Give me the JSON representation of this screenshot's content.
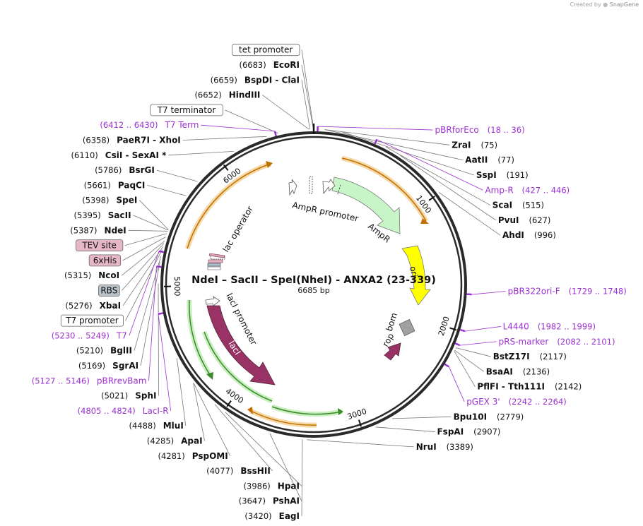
{
  "watermark": {
    "prefix": "Created by",
    "brand": "SnapGene"
  },
  "plasmid": {
    "name": "NdeI – SacII – SpeI(NheI) - ANXA2 (23-339)",
    "size_label": "6685 bp",
    "length": 6685
  },
  "ticks": [
    {
      "bp": 1000,
      "label": "1000"
    },
    {
      "bp": 2000,
      "label": "2000"
    },
    {
      "bp": 3000,
      "label": "3000"
    },
    {
      "bp": 4000,
      "label": "4000"
    },
    {
      "bp": 5000,
      "label": "5000"
    },
    {
      "bp": 6000,
      "label": "6000"
    }
  ],
  "sites": [
    {
      "name": "EcoRI",
      "pos": "(6683)",
      "bp": 6683,
      "side": "L"
    },
    {
      "name": "BspDI  - ClaI",
      "pos": "(6659)",
      "bp": 6659,
      "side": "L"
    },
    {
      "name": "HindIII",
      "pos": "(6652)",
      "bp": 6652,
      "side": "L"
    },
    {
      "name": "PaeR7I  - XhoI",
      "pos": "(6358)",
      "bp": 6358,
      "side": "L"
    },
    {
      "name": "CsiI  - SexAI *",
      "pos": "(6110)",
      "bp": 6110,
      "side": "L"
    },
    {
      "name": "BsrGI",
      "pos": "(5786)",
      "bp": 5786,
      "side": "L"
    },
    {
      "name": "PaqCI",
      "pos": "(5661)",
      "bp": 5661,
      "side": "L"
    },
    {
      "name": "SpeI",
      "pos": "(5398)",
      "bp": 5398,
      "side": "L"
    },
    {
      "name": "SacII",
      "pos": "(5395)",
      "bp": 5395,
      "side": "L"
    },
    {
      "name": "NdeI",
      "pos": "(5387)",
      "bp": 5387,
      "side": "L"
    },
    {
      "name": "NcoI",
      "pos": "(5315)",
      "bp": 5315,
      "side": "L"
    },
    {
      "name": "XbaI",
      "pos": "(5276)",
      "bp": 5276,
      "side": "L"
    },
    {
      "name": "BglII",
      "pos": "(5210)",
      "bp": 5210,
      "side": "L"
    },
    {
      "name": "SgrAI",
      "pos": "(5169)",
      "bp": 5169,
      "side": "L"
    },
    {
      "name": "SphI",
      "pos": "(5021)",
      "bp": 5021,
      "side": "L"
    },
    {
      "name": "MluI",
      "pos": "(4488)",
      "bp": 4488,
      "side": "L"
    },
    {
      "name": "ApaI",
      "pos": "(4285)",
      "bp": 4285,
      "side": "L"
    },
    {
      "name": "PspOMI",
      "pos": "(4281)",
      "bp": 4281,
      "side": "L"
    },
    {
      "name": "BssHII",
      "pos": "(4077)",
      "bp": 4077,
      "side": "L"
    },
    {
      "name": "HpaI",
      "pos": "(3986)",
      "bp": 3986,
      "side": "L"
    },
    {
      "name": "PshAI",
      "pos": "(3647)",
      "bp": 3647,
      "side": "L"
    },
    {
      "name": "EagI",
      "pos": "(3420)",
      "bp": 3420,
      "side": "L"
    },
    {
      "name": "NruI",
      "pos": "(3389)",
      "bp": 3389,
      "side": "R"
    },
    {
      "name": "FspAI",
      "pos": "(2907)",
      "bp": 2907,
      "side": "R"
    },
    {
      "name": "Bpu10I",
      "pos": "(2779)",
      "bp": 2779,
      "side": "R"
    },
    {
      "name": "PflFI  - Tth111I",
      "pos": "(2142)",
      "bp": 2142,
      "side": "R"
    },
    {
      "name": "BsaAI",
      "pos": "(2136)",
      "bp": 2136,
      "side": "R"
    },
    {
      "name": "BstZ17I",
      "pos": "(2117)",
      "bp": 2117,
      "side": "R"
    },
    {
      "name": "AhdI",
      "pos": "(996)",
      "bp": 996,
      "side": "R"
    },
    {
      "name": "PvuI",
      "pos": "(627)",
      "bp": 627,
      "side": "R"
    },
    {
      "name": "ScaI",
      "pos": "(515)",
      "bp": 515,
      "side": "R"
    },
    {
      "name": "SspI",
      "pos": "(191)",
      "bp": 191,
      "side": "R"
    },
    {
      "name": "AatII",
      "pos": "(77)",
      "bp": 77,
      "side": "R"
    },
    {
      "name": "ZraI",
      "pos": "(75)",
      "bp": 75,
      "side": "R"
    }
  ],
  "primers": [
    {
      "name": "pBRforEco",
      "range": "(18 .. 36)",
      "bp": 27,
      "side": "R"
    },
    {
      "name": "Amp-R",
      "range": "(427 .. 446)",
      "bp": 436,
      "side": "R"
    },
    {
      "name": "pBR322ori-F",
      "range": "(1729 .. 1748)",
      "bp": 1738,
      "side": "R"
    },
    {
      "name": "L4440",
      "range": "(1982 .. 1999)",
      "bp": 1990,
      "side": "R"
    },
    {
      "name": "pRS-marker",
      "range": "(2082 .. 2101)",
      "bp": 2091,
      "side": "R"
    },
    {
      "name": "pGEX 3'",
      "range": "(2242 .. 2264)",
      "bp": 2253,
      "side": "R"
    },
    {
      "name": "T7 Term",
      "range": "(6412 .. 6430)",
      "bp": 6421,
      "side": "L"
    },
    {
      "name": "T7",
      "range": "(5230 .. 5249)",
      "bp": 5240,
      "side": "L"
    },
    {
      "name": "pBRrevBam",
      "range": "(5127 .. 5146)",
      "bp": 5136,
      "side": "L"
    },
    {
      "name": "LacI-R",
      "range": "(4805 .. 4824)",
      "bp": 4814,
      "side": "L"
    }
  ],
  "feature_boxes": [
    {
      "label": "tet promoter",
      "bp": 6685,
      "style": "white"
    },
    {
      "label": "T7 terminator",
      "bp": 6440,
      "style": "white"
    },
    {
      "label": "TEV site",
      "bp": 5370,
      "style": "pink"
    },
    {
      "label": "6xHis",
      "bp": 5345,
      "style": "pink"
    },
    {
      "label": "RBS",
      "bp": 5300,
      "style": "gray"
    },
    {
      "label": "T7 promoter",
      "bp": 5255,
      "style": "white"
    }
  ],
  "inner_features": {
    "ampr_promoter": "AmpR promoter",
    "ampr": "AmpR",
    "ori": "ori",
    "bom": "bom",
    "rop": "rop",
    "laci_promoter": "lacI promoter",
    "laci": "lacI",
    "lac_operator": "lac operator"
  },
  "colors": {
    "backbone": "#2a2a2a",
    "primer": "#9b30d0",
    "ampr": "#c8f5c8",
    "ori": "#ffff00",
    "laci": "#993366",
    "bom": "#a0a0a0",
    "orf_fill": "#c07000",
    "orf_glow": "#f5d9a8",
    "orf_green": "#3a8a2a",
    "orf_green_glow": "#c9efc0"
  }
}
